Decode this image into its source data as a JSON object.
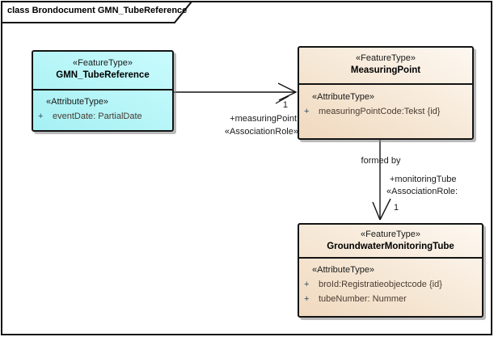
{
  "frame": {
    "title": "class Brondocument GMN_TubeReference"
  },
  "classes": [
    {
      "stereotype": "«FeatureType»",
      "name": "GMN_TubeReference",
      "attr_stereotype": "«AttributeType»",
      "attributes": [
        {
          "visibility": "+",
          "text": "eventDate: PartialDate"
        }
      ],
      "fill": "cyan",
      "fill_colors": [
        "#a5f0f3",
        "#c9fbfd"
      ]
    },
    {
      "stereotype": "«FeatureType»",
      "name": "MeasuringPoint",
      "attr_stereotype": "«AttributeType»",
      "attributes": [
        {
          "visibility": "+",
          "text": "measuringPointCode:Tekst {id}"
        }
      ],
      "fill": "tan",
      "fill_colors": [
        "#f0d9be",
        "#fdf8f1"
      ]
    },
    {
      "stereotype": "«FeatureType»",
      "name": "GroundwaterMonitoringTube",
      "attr_stereotype": "«AttributeType»",
      "attributes": [
        {
          "visibility": "+",
          "text": "broId:Registratieobjectcode {id}"
        },
        {
          "visibility": "+",
          "text": "tubeNumber: Nummer"
        }
      ],
      "fill": "tan",
      "fill_colors": [
        "#f0d9be",
        "#fdf8f1"
      ]
    }
  ],
  "associations": [
    {
      "source": "GMN_TubeReference",
      "target": "MeasuringPoint",
      "multiplicity": "1",
      "role": "+measuringPoint",
      "stereotype": "«AssociationRole»"
    },
    {
      "source": "MeasuringPoint",
      "target": "GroundwaterMonitoringTube",
      "name": "formed by",
      "role": "+monitoringTube",
      "stereotype": "«AssociationRole:",
      "multiplicity": "1"
    }
  ],
  "colors": {
    "border": "#141414",
    "cyan_fill_dark": "#a5f0f3",
    "cyan_fill_light": "#c9fbfd",
    "tan_fill_dark": "#f0d9be",
    "tan_fill_light": "#fdf8f1",
    "attribute_text": "#4a3b30",
    "visibility_marker": "#2d4a5e",
    "shadow": "#828282"
  }
}
